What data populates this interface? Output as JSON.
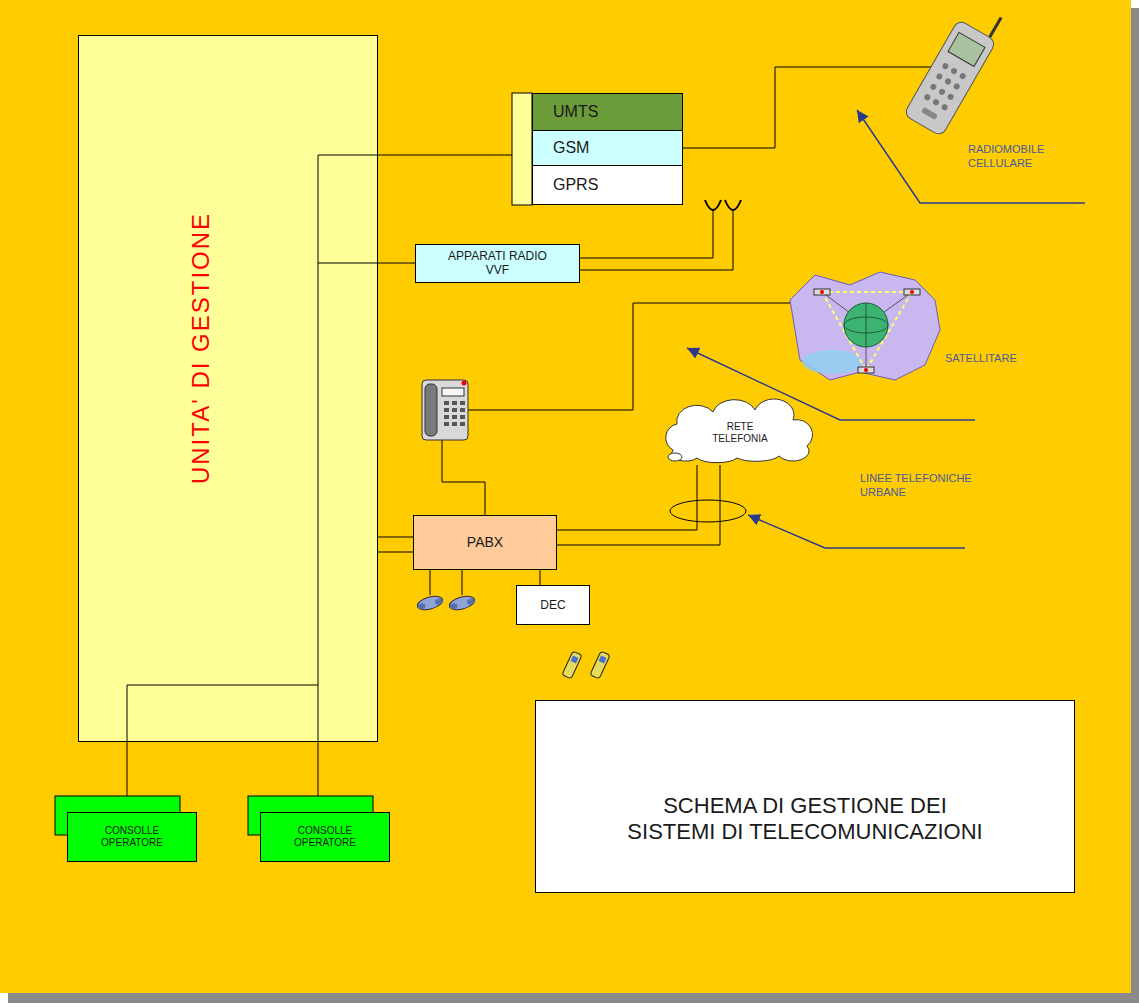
{
  "diagram": {
    "nodes": [
      {
        "text": [
          "UNITA' DI GESTIONE"
        ]
      },
      {
        "text": [
          "UMTS"
        ]
      },
      {
        "text": [
          "GSM"
        ]
      },
      {
        "text": [
          "GPRS"
        ]
      },
      {
        "text": [
          "APPARATI RADIO VVF"
        ]
      },
      {
        "text": [
          "RETE TELEFONIA"
        ]
      },
      {
        "text": [
          "PABX"
        ]
      },
      {
        "text": [
          "DEC"
        ]
      },
      {
        "text": [
          "SCHEMA DI GESTIONE DEI SISTEMI DI TELECOMUNICAZIONI"
        ]
      },
      {
        "text": [
          "CONSOLLE OPERATORE"
        ]
      },
      {
        "text": [
          "CONSOLLE OPERATORE"
        ]
      }
    ],
    "edges": [
      {
        "from": 0,
        "to": 2,
        "arrow": "none"
      },
      {
        "from": 0,
        "to": 4,
        "arrow": "none"
      },
      {
        "from": 0,
        "to": 6,
        "arrow": "none"
      },
      {
        "from": 0,
        "to": 6,
        "arrow": "none"
      },
      {
        "from": 6,
        "to": 5,
        "arrow": "none"
      },
      {
        "from": 6,
        "to": 5,
        "arrow": "none"
      },
      {
        "from": 6,
        "to": 7,
        "arrow": "none"
      },
      {
        "from": 0,
        "to": 9,
        "arrow": "none"
      },
      {
        "from": 0,
        "to": 10,
        "arrow": "none"
      }
    ],
    "labels": [
      "RADIOMOBILE CELLULARE",
      "SATELLITARE",
      "LINEE TELEFONICHE URBANE"
    ]
  }
}
